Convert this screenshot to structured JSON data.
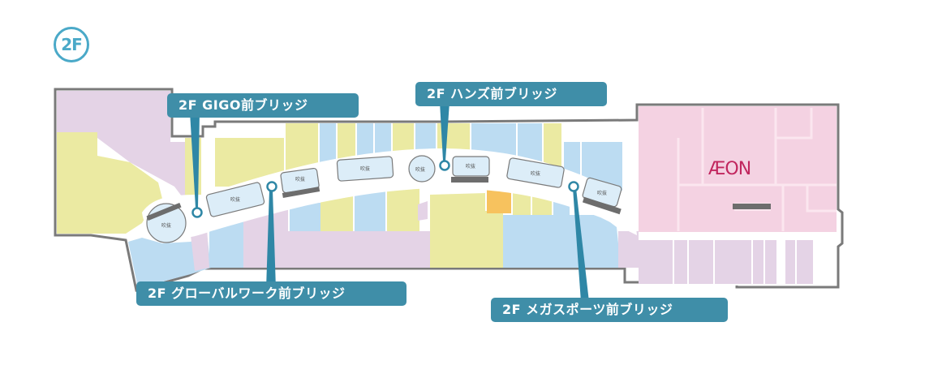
{
  "floor": {
    "label": "2F",
    "color": "#4aa9c8"
  },
  "anchor_store": {
    "name": "ÆON",
    "color": "#c1265e"
  },
  "void_label": "吹抜",
  "bridges": [
    {
      "label": "2F GIGO前ブリッジ"
    },
    {
      "label": "2F ハンズ前ブリッジ"
    },
    {
      "label": "2F グローバルワーク前ブリッジ"
    },
    {
      "label": "2F メガスポーツ前ブリッジ"
    }
  ],
  "colors": {
    "callout": "#3f8ea8",
    "marker": "#2f87a6",
    "purple_zone": "#e4d3e6",
    "yellow_zone": "#ebeaa2",
    "blue_zone": "#bcdcf2",
    "orange_zone": "#f7c25e",
    "pink_zone": "#f4d2e2",
    "wall": "#7a7a7a"
  }
}
